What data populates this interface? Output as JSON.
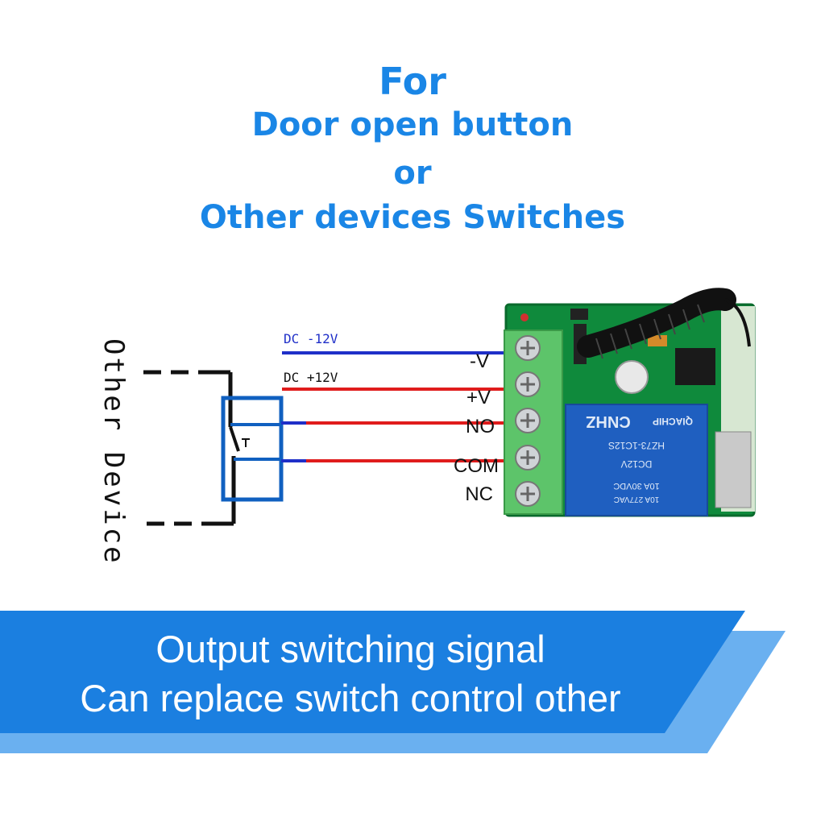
{
  "heading": {
    "line1": "For",
    "line2": "Door open button",
    "line3": "or",
    "line4": "Other devices Switches"
  },
  "diagram": {
    "device_label": "Other Device",
    "wire_labels": {
      "dc_negative": "DC -12V",
      "dc_positive": "DC +12V"
    },
    "terminals": [
      "-V",
      "+V",
      "NO",
      "COM",
      "NC"
    ],
    "relay": {
      "brand": "CNHZ",
      "maker": "QIACHIP",
      "model": "HZ73-1C12S",
      "coil": "DC12V",
      "rating1": "10A 30VDC",
      "rating2": "10A 277VAC"
    }
  },
  "banner": {
    "line1": "Output switching signal",
    "line2": "Can replace switch control other"
  },
  "colors": {
    "heading": "#1a86e6",
    "wire_negative": "#1f2fc8",
    "wire_positive": "#e01c1c",
    "switch_box": "#1060c0",
    "pcb": "#0f8a3c",
    "terminal_block": "#5dc46a",
    "relay": "#1f5fc0",
    "banner": "#1b7fe0",
    "banner_shadow": "#6ab0f0"
  }
}
